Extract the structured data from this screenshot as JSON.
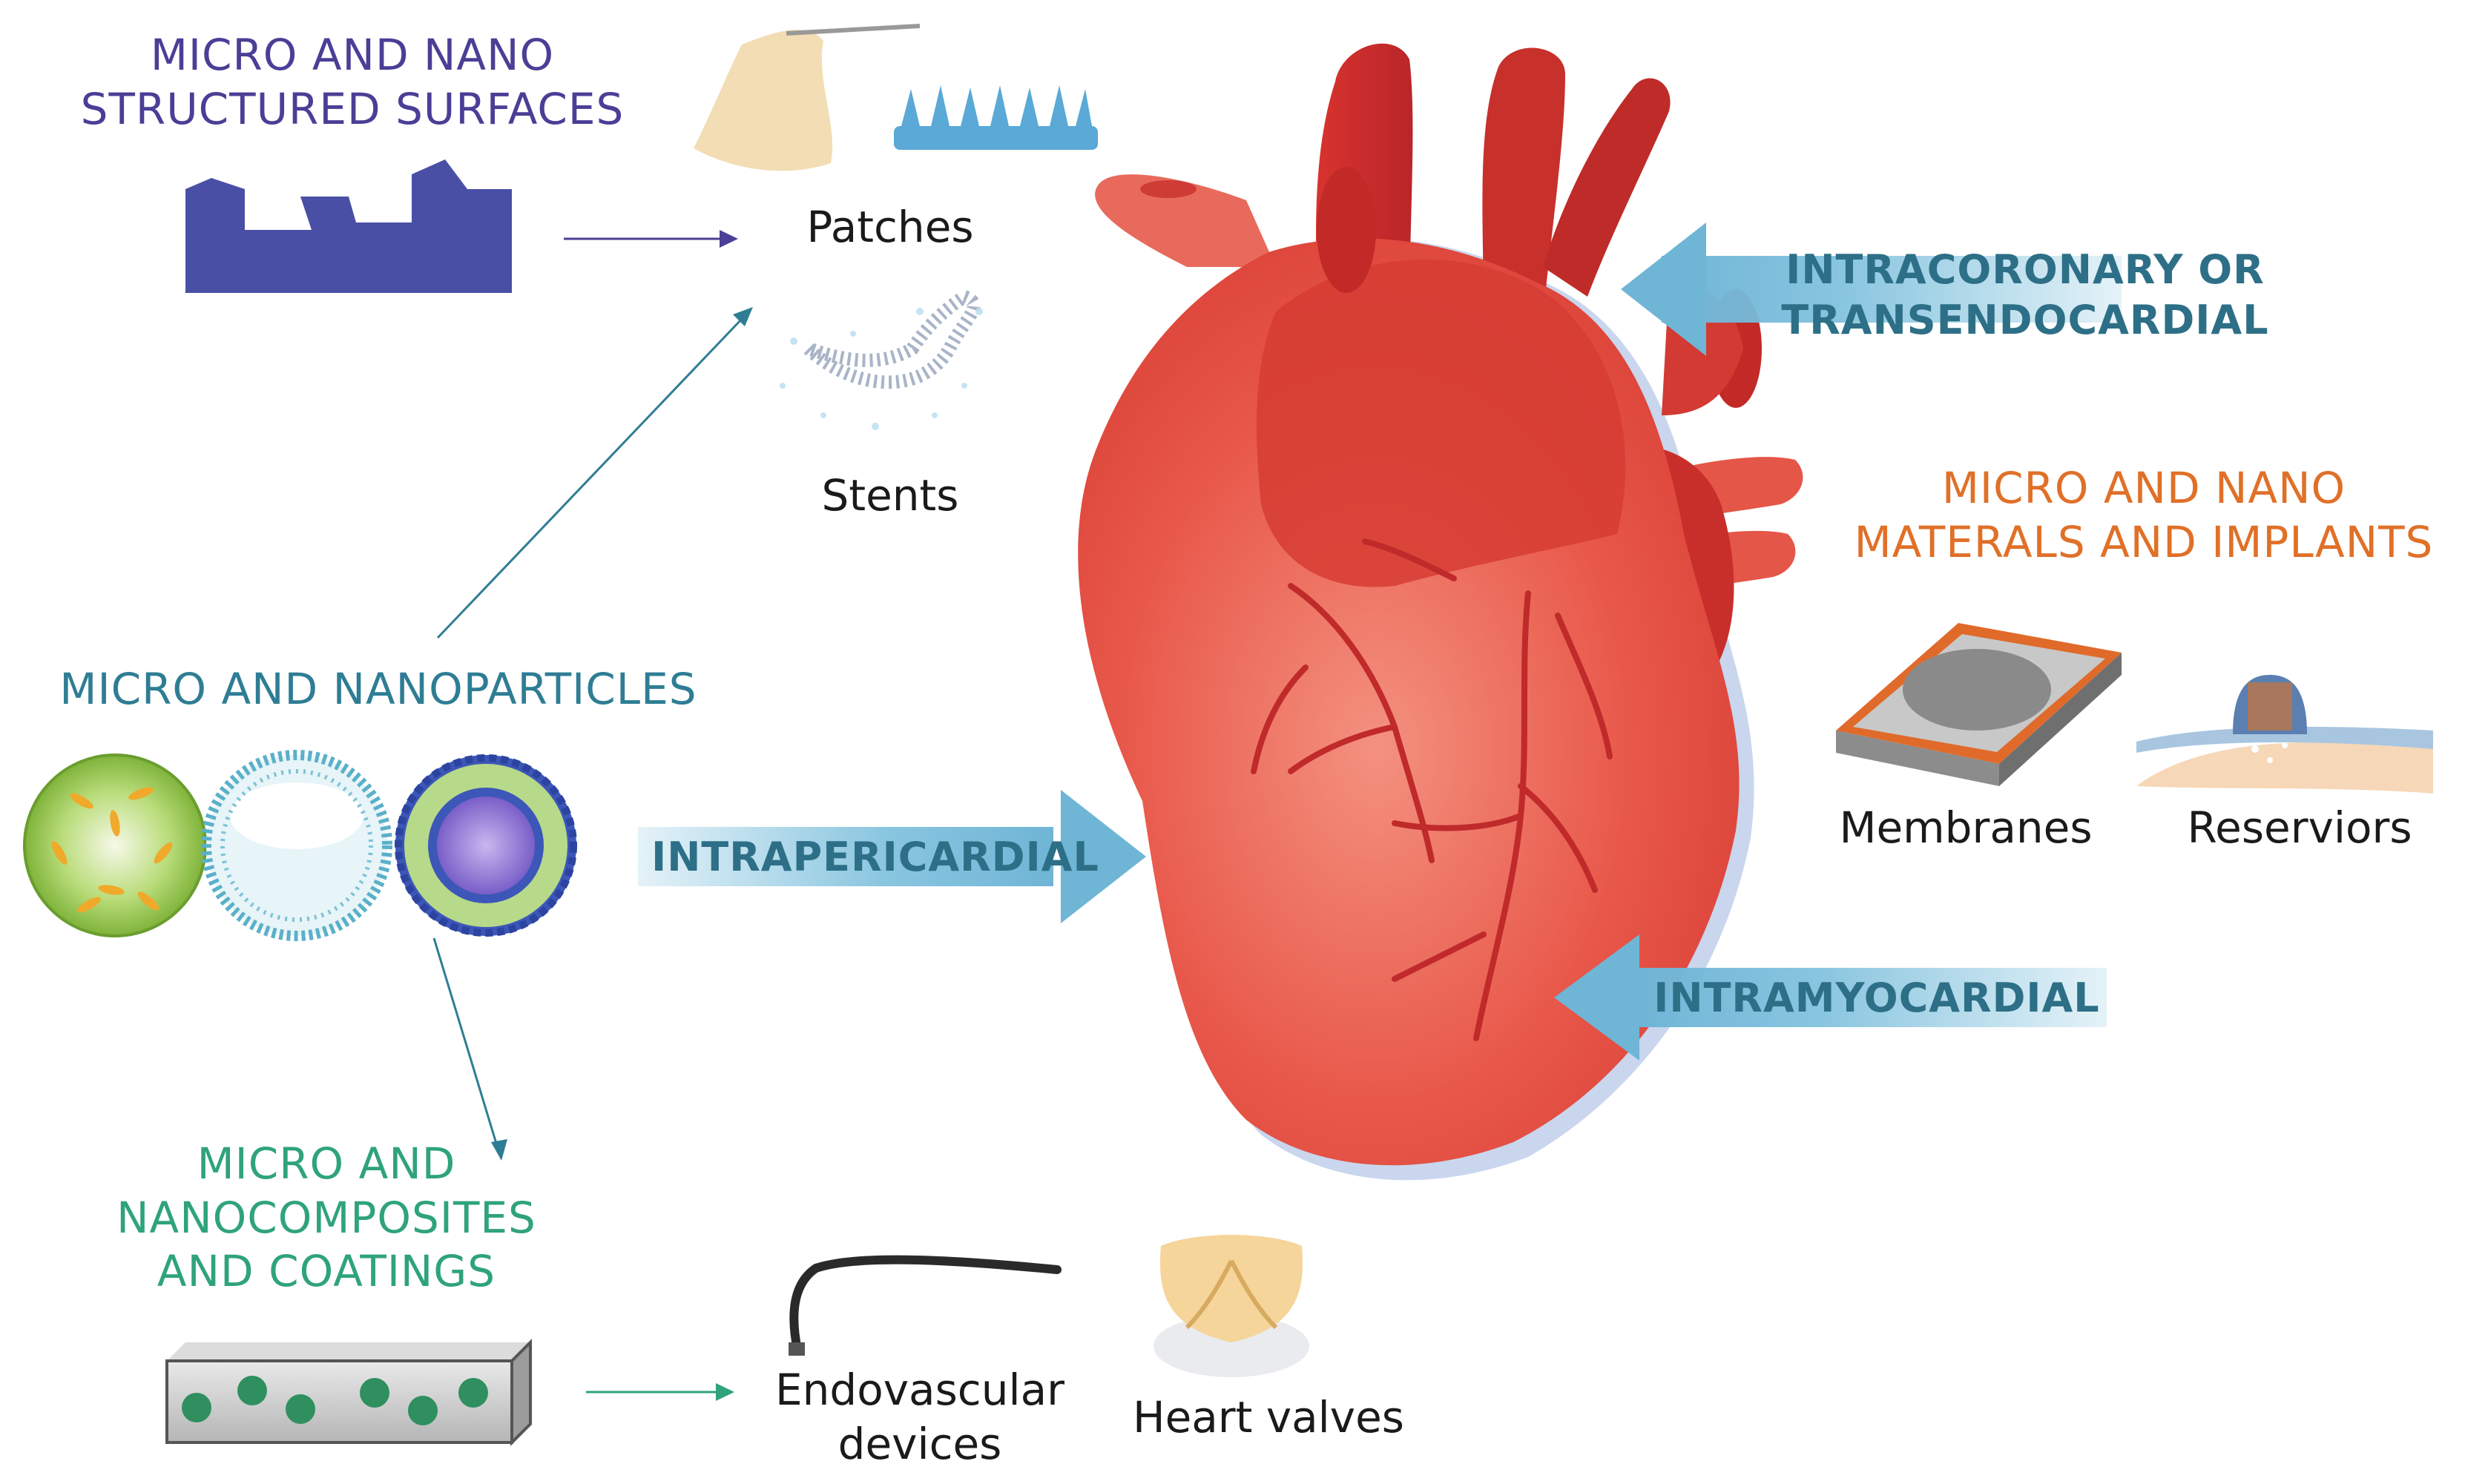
{
  "categories": {
    "surfaces": {
      "lines": [
        "MICRO AND NANO",
        "STRUCTURED SURFACES"
      ],
      "color": "#4a3f96"
    },
    "particles": {
      "lines": [
        "MICRO AND NANOPARTICLES"
      ],
      "color": "#2e7d94"
    },
    "composites": {
      "lines": [
        "MICRO AND",
        "NANOCOMPOSITES",
        "AND COATINGS"
      ],
      "color": "#2fa37b"
    },
    "implants": {
      "lines": [
        "MICRO AND NANO",
        "MATERALS AND IMPLANTS"
      ],
      "color": "#e07028"
    }
  },
  "items": {
    "patches": "Patches",
    "stents": "Stents",
    "endovascular": [
      "Endovascular",
      "devices"
    ],
    "valves": "Heart valves",
    "membranes": "Membranes",
    "reservoirs": "Reserviors"
  },
  "routes": {
    "intracoronary": [
      "INTRACORONARY OR",
      "TRANSENDOCARDIAL"
    ],
    "intrapericardial": "INTRAPERICARDIAL",
    "intramyocardial": "INTRAMYOCARDIAL"
  },
  "colors": {
    "heart_main": "#e2453a",
    "heart_dark": "#c92f2a",
    "heart_light": "#f08a78",
    "route_arrow": "#7cbfdc",
    "surface_block": "#4a4fa6",
    "particle_green": "#8dc63f",
    "composite_bead": "#2f8f5f"
  }
}
